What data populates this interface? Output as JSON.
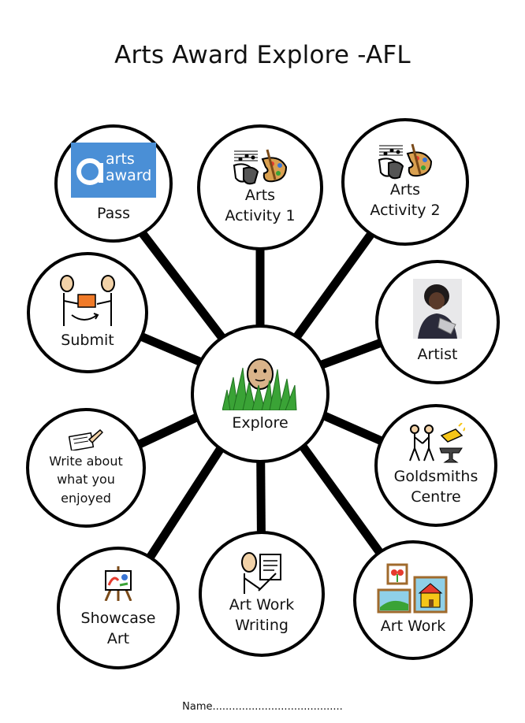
{
  "title": "Arts Award Explore -AFL",
  "center": {
    "label": "Explore"
  },
  "nodes": {
    "pass": {
      "label": "Pass",
      "logo_text": "arts\naward"
    },
    "arts_activity_1": {
      "label": "Arts\nActivity 1"
    },
    "arts_activity_2": {
      "label": "Arts\nActivity 2"
    },
    "artist": {
      "label": "Artist"
    },
    "goldsmiths": {
      "label": "Goldsmiths\nCentre"
    },
    "art_work": {
      "label": "Art Work"
    },
    "art_work_writing": {
      "label": "Art Work\nWriting"
    },
    "showcase": {
      "label": "Showcase\nArt"
    },
    "write_about": {
      "label": "Write about\nwhat you\nenjoyed"
    },
    "submit": {
      "label": "Submit"
    }
  },
  "footer": {
    "name_label": "Name........................................"
  },
  "colors": {
    "logo_blue": "#4a8fd6",
    "grass": "#3aa336",
    "orange": "#f07a28"
  }
}
